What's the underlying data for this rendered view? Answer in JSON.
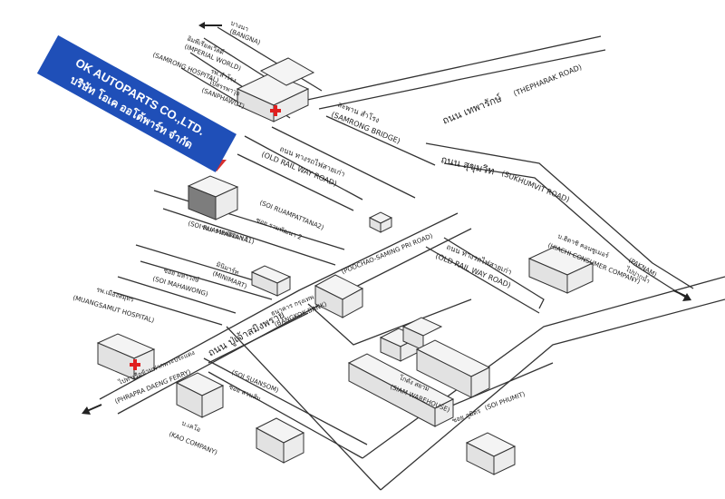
{
  "colors": {
    "company_box": "#1f4fb8",
    "marker_arrow": "#d62e2e",
    "hospital_cross": "#e02020",
    "line": "#333333"
  },
  "company": {
    "name_en": "OK AUTOPARTS CO.,LTD.",
    "name_th": "บริษัท โอเค ออโต้พาร์ท จำกัด"
  },
  "labels": {
    "bangna_th": "บางนา",
    "bangna_en": "(BANGNA)",
    "imperial_th": "อิมพีเรียลเวิลด์",
    "imperial_en": "(IMPERIAL WORLD)",
    "samrong_hosp_en": "(SAMRONG HOSPITAL)",
    "samrong_hosp_th": "รพ.สำโรง",
    "sanphawut_th": "ไปสรรพาวุธ",
    "sanphawut_en": "(SANPHAWUT)",
    "samrong_bridge_th": "สะพาน สำโรง",
    "samrong_bridge_en": "(SAMRONG BRIDGE)",
    "thepharak_th": "ถนน เทพารักษ์",
    "thepharak_en": "(THEPHARAK ROAD)",
    "rail_road_th": "ถนน ทางรถไฟสายเก่า",
    "rail_road_en": "(OLD RAIL WAY ROAD)",
    "sukhumvit_th": "ถนน สุขุมวิท",
    "sukhumvit_en": "(SUKHUMVIT ROAD)",
    "soi_ruampattana2_en": "(SOI RUAMPATTANA2)",
    "soi_ruampattana2_th": "ซอย รวมพัฒนา 2",
    "soi_ruampattana1_th": "ซอย รวมพัฒนา 1",
    "soi_ruampattana1_en": "(SOI RUAMPATTANA1)",
    "poochao_en": "(POOCHAO-SAMING PRI ROAD)",
    "rail_road2_th": "ถนน ทางรถไฟสายเก่า",
    "rail_road2_en": "(OLD RAIL WAY ROAD)",
    "hitachi_th": "บ.ฮิตาชิ คอนซูเมอร์",
    "hitachi_en": "(HIACHI CONSUMER COMPANY)",
    "paknam_en": "(PAKNAM)",
    "paknam_th": "ไปปากน้ำ",
    "minimart_th": "มินิมาร์ท",
    "minimart_en": "(MINIMART)",
    "soi_mahawong_th": "ซอย มหาวงษ์",
    "soi_mahawong_en": "(SOI MAHAWONG)",
    "muangsamut_th": "รพ.เมืองสมุทร",
    "muangsamut_en": "(MUANGSAMUT HOSPITAL)",
    "bangkok_bank_th": "ธนาคาร กรุงเทพ",
    "bangkok_bank_en": "(BANGKOK BANK)",
    "poochao_road_th": "ถนน ปู่เจ้าสมิงพราย",
    "phrapradaeng_th": "ไปท่าเรือข้ามฟากพระประแดง",
    "phrapradaeng_en": "(PHRAPRA DAENG FERRY)",
    "kao_th": "บ.เคโอ",
    "kao_en": "(KAO COMPANY)",
    "soi_suansom_en": "(SOI SUANSOM)",
    "soi_suansom_th": "ซอย สวนส้ม",
    "warehouse_th": "โกดัง สยาม",
    "warehouse_en": "(SIAM WAREHOUSE)",
    "soi_phumit_th": "ซอย ภูมิตร",
    "soi_phumit_en": "(SOI PHUMIT)"
  }
}
